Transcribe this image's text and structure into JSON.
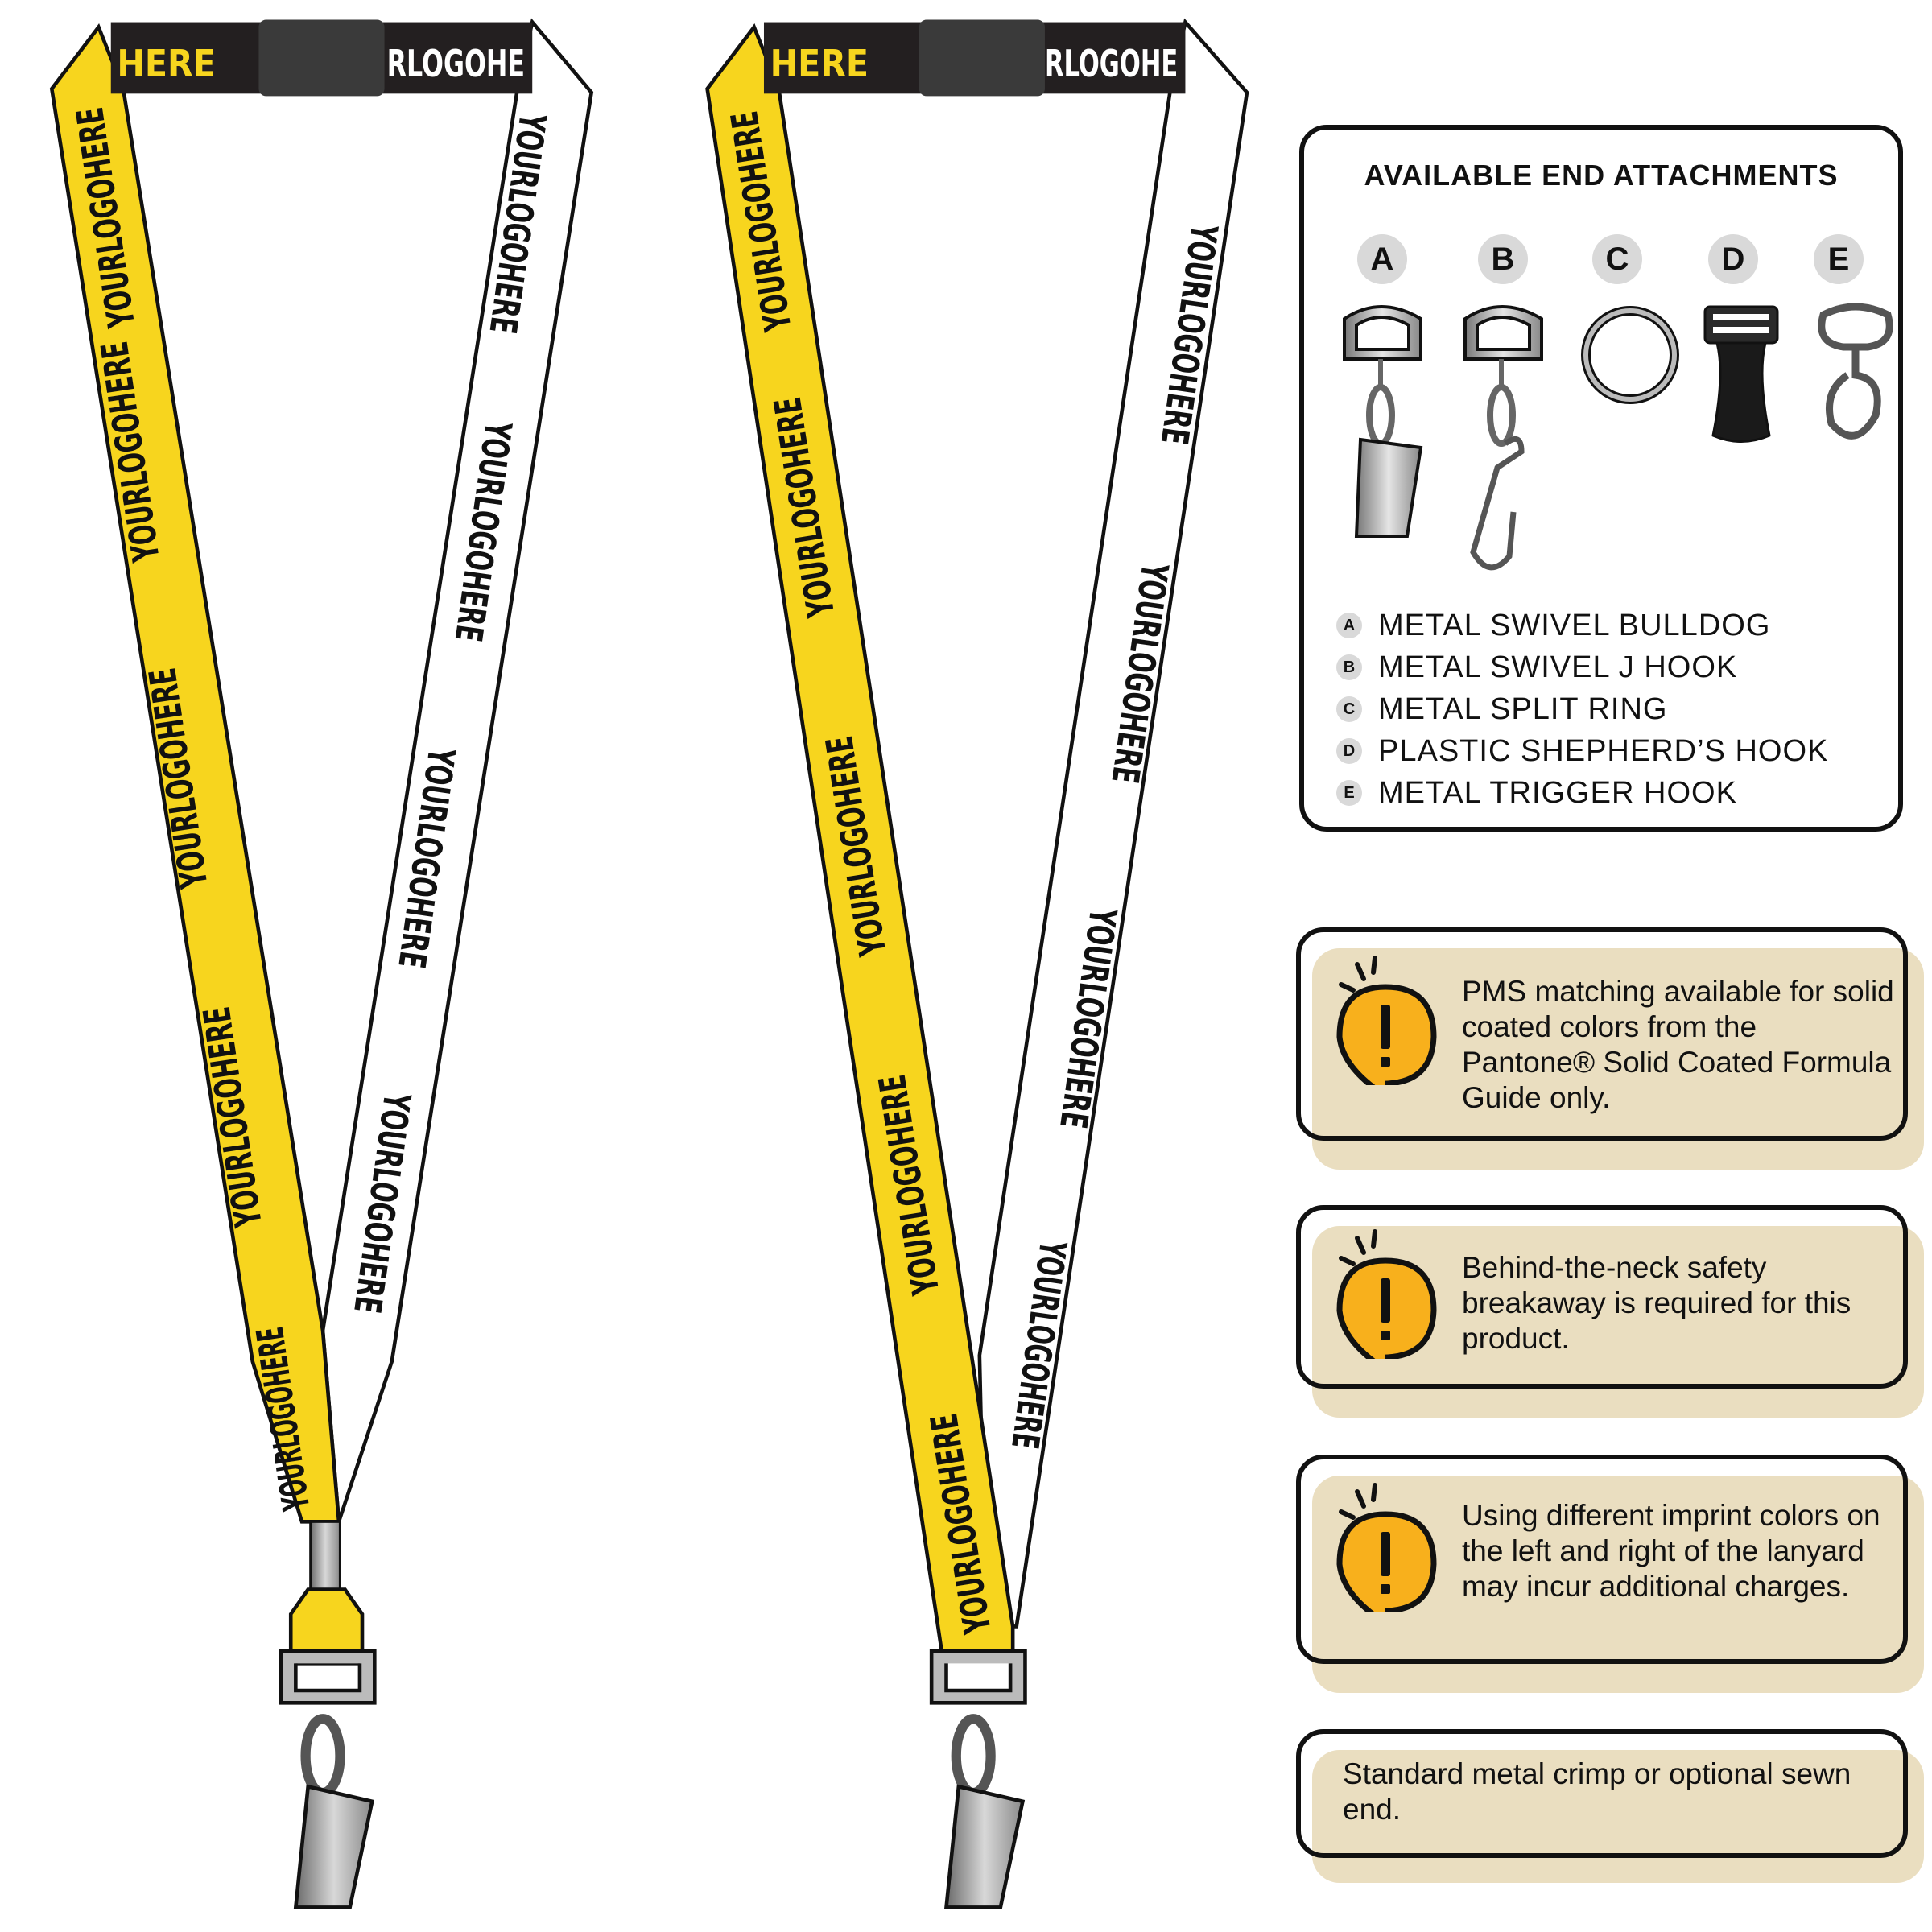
{
  "lanyard": {
    "imprint_text": "YOURLOGOHERE",
    "top_fragment_left": "HERE",
    "top_fragment_right": "RLOGOHE",
    "colors": {
      "left_strap": "#f7d51e",
      "right_strap": "#ffffff",
      "top_band": "#231f20",
      "outline": "#111111"
    }
  },
  "attachments": {
    "title": "AVAILABLE END ATTACHMENTS",
    "items": [
      {
        "letter": "A",
        "label": "METAL SWIVEL BULLDOG",
        "icon": "bulldog-clip-icon"
      },
      {
        "letter": "B",
        "label": "METAL SWIVEL J HOOK",
        "icon": "j-hook-icon"
      },
      {
        "letter": "C",
        "label": "METAL SPLIT RING",
        "icon": "split-ring-icon"
      },
      {
        "letter": "D",
        "label": "PLASTIC SHEPHERD’S HOOK",
        "icon": "shepherds-hook-icon"
      },
      {
        "letter": "E",
        "label": "METAL TRIGGER HOOK",
        "icon": "trigger-hook-icon"
      }
    ]
  },
  "notes": [
    {
      "text": "PMS matching available for solid coated colors from the Pantone® Solid Coated Formula Guide only.",
      "icon": "warning-bubble-icon"
    },
    {
      "text": "Behind-the-neck safety breakaway is required for this product.",
      "icon": "warning-bubble-icon"
    },
    {
      "text": "Using different imprint colors on the left and right of the lanyard may incur additional charges.",
      "icon": "warning-bubble-icon"
    },
    {
      "text": "Standard metal crimp or optional sewn end."
    }
  ],
  "colors": {
    "note_bg": "#eadec0",
    "warning": "#f8b01c"
  }
}
